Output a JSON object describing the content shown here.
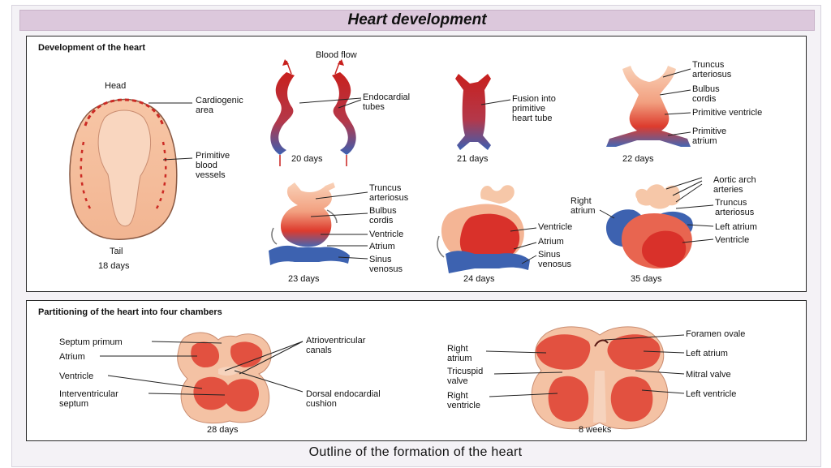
{
  "title": "Heart development",
  "caption": "Outline of the formation of the heart",
  "panel1": {
    "heading": "Development of the heart",
    "embryo": {
      "top": "Head",
      "bottom": "Tail",
      "stage": "18 days",
      "labels": [
        "Cardiogenic",
        "area",
        "Primitive",
        "blood",
        "vessels"
      ]
    },
    "d20": {
      "top": "Blood flow",
      "stage": "20 days",
      "labels": [
        "Endocardial",
        "tubes"
      ]
    },
    "d21": {
      "stage": "21 days",
      "labels": [
        "Fusion into",
        "primitive",
        "heart tube"
      ]
    },
    "d22": {
      "stage": "22 days",
      "labels": [
        "Truncus",
        "arteriosus",
        "Bulbus",
        "cordis",
        "Primitive ventricle",
        "Primitive",
        "atrium"
      ]
    },
    "d23": {
      "stage": "23 days",
      "labels": [
        "Truncus",
        "arteriosus",
        "Bulbus",
        "cordis",
        "Ventricle",
        "Atrium",
        "Sinus",
        "venosus"
      ]
    },
    "d24": {
      "stage": "24 days",
      "labels": [
        "Ventricle",
        "Atrium",
        "Sinus",
        "venosus"
      ]
    },
    "d35": {
      "stage": "35 days",
      "labels": [
        "Aortic arch",
        "arteries",
        "Right",
        "atrium",
        "Truncus",
        "arteriosus",
        "Left atrium",
        "Ventricle"
      ]
    }
  },
  "panel2": {
    "heading": "Partitioning of the heart into four chambers",
    "d28": {
      "stage": "28 days",
      "labels": [
        "Septum primum",
        "Atrium",
        "Ventricle",
        "Interventricular",
        "septum",
        "Atrioventricular",
        "canals",
        "Dorsal endocardial",
        "cushion"
      ]
    },
    "w8": {
      "stage": "8 weeks",
      "labels": [
        "Right",
        "atrium",
        "Tricuspid",
        "valve",
        "Right",
        "ventricle",
        "Foramen ovale",
        "Left atrium",
        "Mitral valve",
        "Left ventricle"
      ]
    }
  },
  "colors": {
    "arterial": "#d9312a",
    "venous": "#3d62b0",
    "tissue": "#f6c7a8",
    "tissue_dark": "#e99b7c",
    "title_band": "#dcc8dc"
  }
}
